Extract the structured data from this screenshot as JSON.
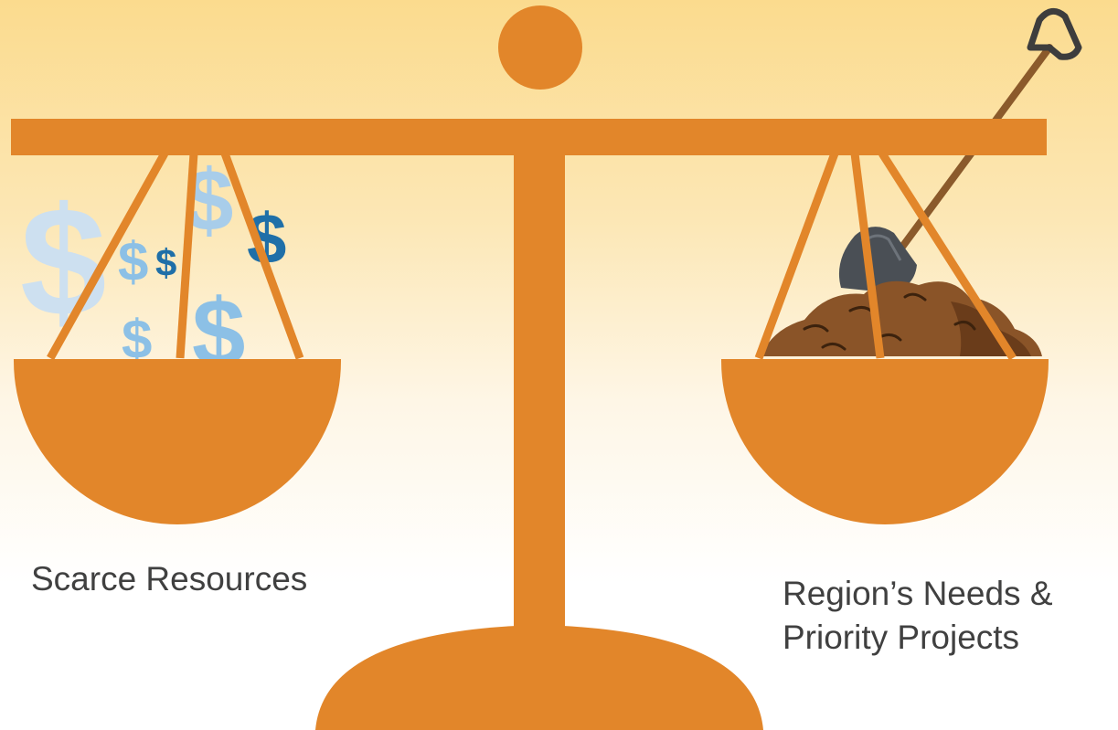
{
  "labels": {
    "left": "Scarce Resources",
    "right_line1": "Region’s Needs &",
    "right_line2": "Priority Projects"
  },
  "glyphs": {
    "currency": "$"
  },
  "icons": {
    "left_pan_contents": "dollar-signs-icon",
    "right_pan_contents": "dirt-pile-icon",
    "tool": "shovel-icon"
  },
  "colors": {
    "scale": "#e2862a",
    "background_top": "#fbdb8e",
    "background_bottom": "#ffffff",
    "label_text": "#404040",
    "dollar_light": "#cde0f0",
    "dollar_mid": "#8cc0e6",
    "dollar_dark": "#1f6fa8",
    "dirt": "#8a5428",
    "dirt_dark": "#6a3c1a",
    "shovel_metal": "#4a4f55",
    "shovel_handle": "#8b5a2b"
  }
}
